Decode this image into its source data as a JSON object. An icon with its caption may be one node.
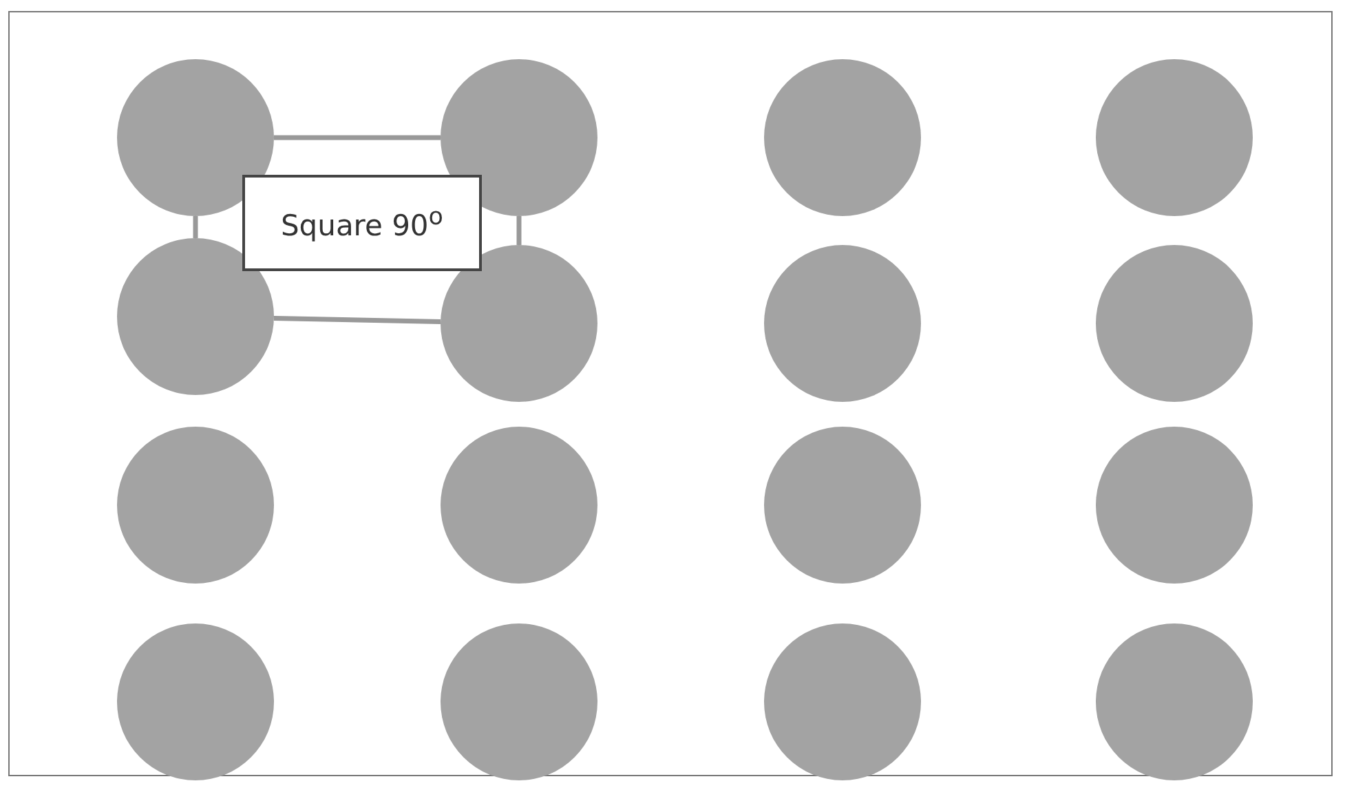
{
  "diagram": {
    "nodes": [
      {
        "text": [],
        "shape": "circle"
      },
      {
        "text": [],
        "shape": "circle"
      },
      {
        "text": [],
        "shape": "circle"
      },
      {
        "text": [],
        "shape": "circle"
      },
      {
        "text": [],
        "shape": "circle"
      },
      {
        "text": [],
        "shape": "circle"
      },
      {
        "text": [],
        "shape": "circle"
      },
      {
        "text": [],
        "shape": "circle"
      },
      {
        "text": [],
        "shape": "circle"
      },
      {
        "text": [],
        "shape": "circle"
      },
      {
        "text": [],
        "shape": "circle"
      },
      {
        "text": [],
        "shape": "circle"
      },
      {
        "text": [],
        "shape": "circle"
      },
      {
        "text": [],
        "shape": "circle"
      },
      {
        "text": [],
        "shape": "circle"
      },
      {
        "text": [],
        "shape": "circle"
      },
      {
        "text": [
          "Square 90$^{o}$"
        ]
      }
    ],
    "edges": [
      {
        "from": 0,
        "to": 1,
        "arrow": "none"
      },
      {
        "from": 0,
        "to": 4,
        "arrow": "none"
      },
      {
        "from": 1,
        "to": 5,
        "arrow": "none"
      },
      {
        "from": 4,
        "to": 5,
        "arrow": "none"
      }
    ]
  }
}
